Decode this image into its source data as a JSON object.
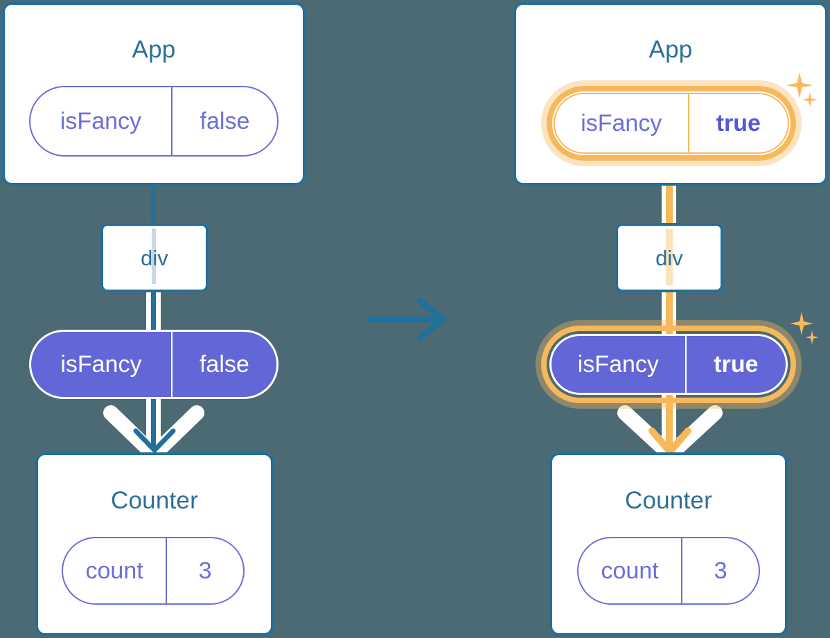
{
  "meta": {
    "title": "React state propagation diagram: before and after isFancy becomes true",
    "background_color": "#4c6a74",
    "blue": "#227099",
    "purple": "#6366d6",
    "amber": "#f7b85c",
    "amber_glow": "#fbe3bb",
    "white": "#ffffff"
  },
  "transition": {
    "icon": "right-arrow-icon",
    "color": "#227099"
  },
  "before": {
    "app": {
      "title": "App",
      "state": {
        "key": "isFancy",
        "value": "false",
        "highlighted": false,
        "style": "outline"
      }
    },
    "div": {
      "label": "div"
    },
    "prop": {
      "key": "isFancy",
      "value": "false",
      "highlighted": false,
      "style": "filled"
    },
    "counter": {
      "title": "Counter",
      "state": {
        "key": "count",
        "value": "3",
        "highlighted": false,
        "style": "outline"
      }
    }
  },
  "after": {
    "app": {
      "title": "App",
      "state": {
        "key": "isFancy",
        "value": "true",
        "highlighted": true,
        "style": "outline"
      }
    },
    "div": {
      "label": "div"
    },
    "prop": {
      "key": "isFancy",
      "value": "true",
      "highlighted": true,
      "style": "filled"
    },
    "counter": {
      "title": "Counter",
      "state": {
        "key": "count",
        "value": "3",
        "highlighted": false,
        "style": "outline"
      }
    },
    "sparkles": [
      {
        "name": "sparkle-large-top",
        "size": 38
      },
      {
        "name": "sparkle-small-top",
        "size": 22
      },
      {
        "name": "sparkle-large-mid",
        "size": 34
      },
      {
        "name": "sparkle-small-mid",
        "size": 20
      }
    ]
  }
}
